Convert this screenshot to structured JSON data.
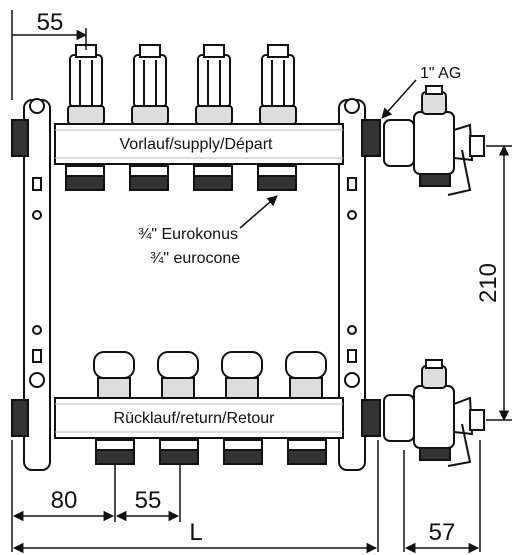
{
  "bars": {
    "supply_label": "Vorlauf/supply/Départ",
    "return_label": "Rücklauf/return/Retour"
  },
  "callouts": {
    "connection_thread": "1\" AG",
    "eurocone_de": "¾\" Eurokonus",
    "eurocone_en": "¾\" eurocone"
  },
  "dimensions": {
    "outlet_spacing_top": "55",
    "end_to_first_outlet": "80",
    "outlet_spacing_bottom": "55",
    "overall_length": "L",
    "valve_width": "57",
    "bar_distance": "210"
  },
  "colors": {
    "line": "#111111",
    "fill": "#ffffff",
    "shade": "#cfcfcf"
  }
}
